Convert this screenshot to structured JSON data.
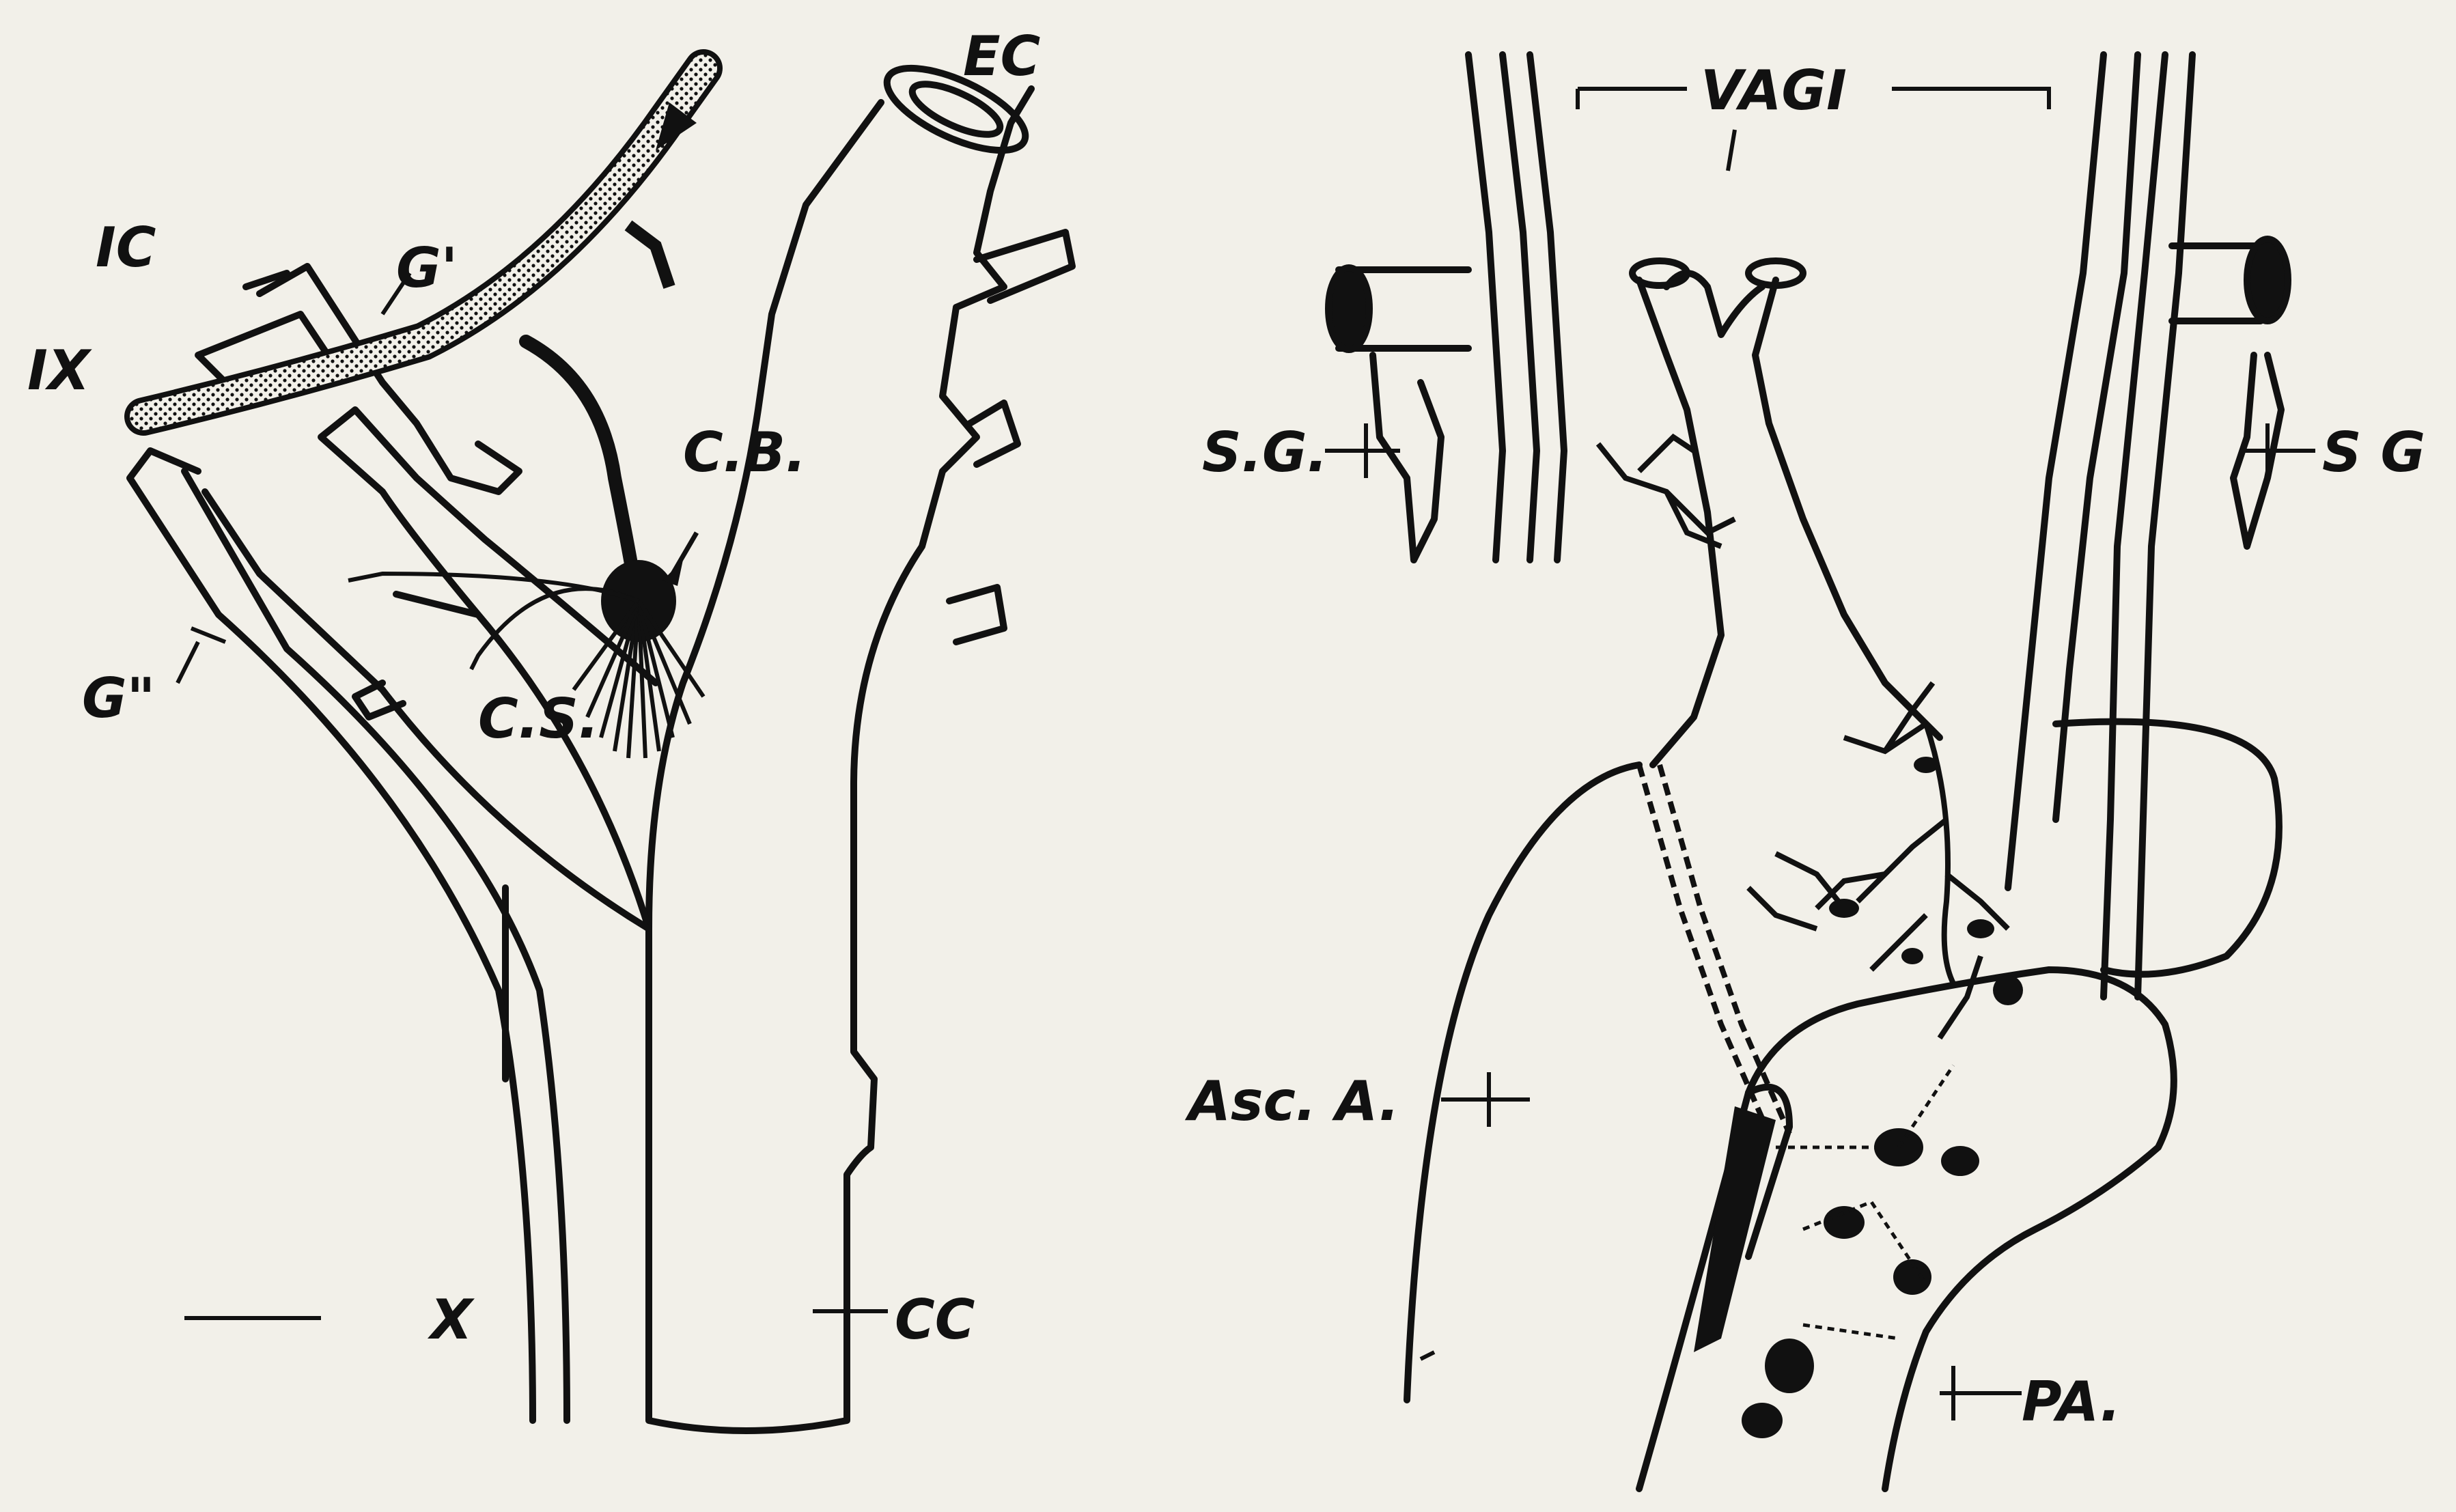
{
  "left_figure": {
    "labels": {
      "ec": "EC",
      "ic": "IC",
      "ix": "IX",
      "g1": "G'",
      "cb": "C.B.",
      "cs": "C.S.",
      "g2": "G\"",
      "x": "X",
      "cc": "CC"
    }
  },
  "right_figure": {
    "labels": {
      "vagi": "VAGI",
      "sg_left": "S.G.",
      "sg_right": "S G",
      "asc_a": "Asc. A.",
      "pa": "PA."
    }
  },
  "colors": {
    "ink": "#111111",
    "paper": "#f2f0e9"
  }
}
